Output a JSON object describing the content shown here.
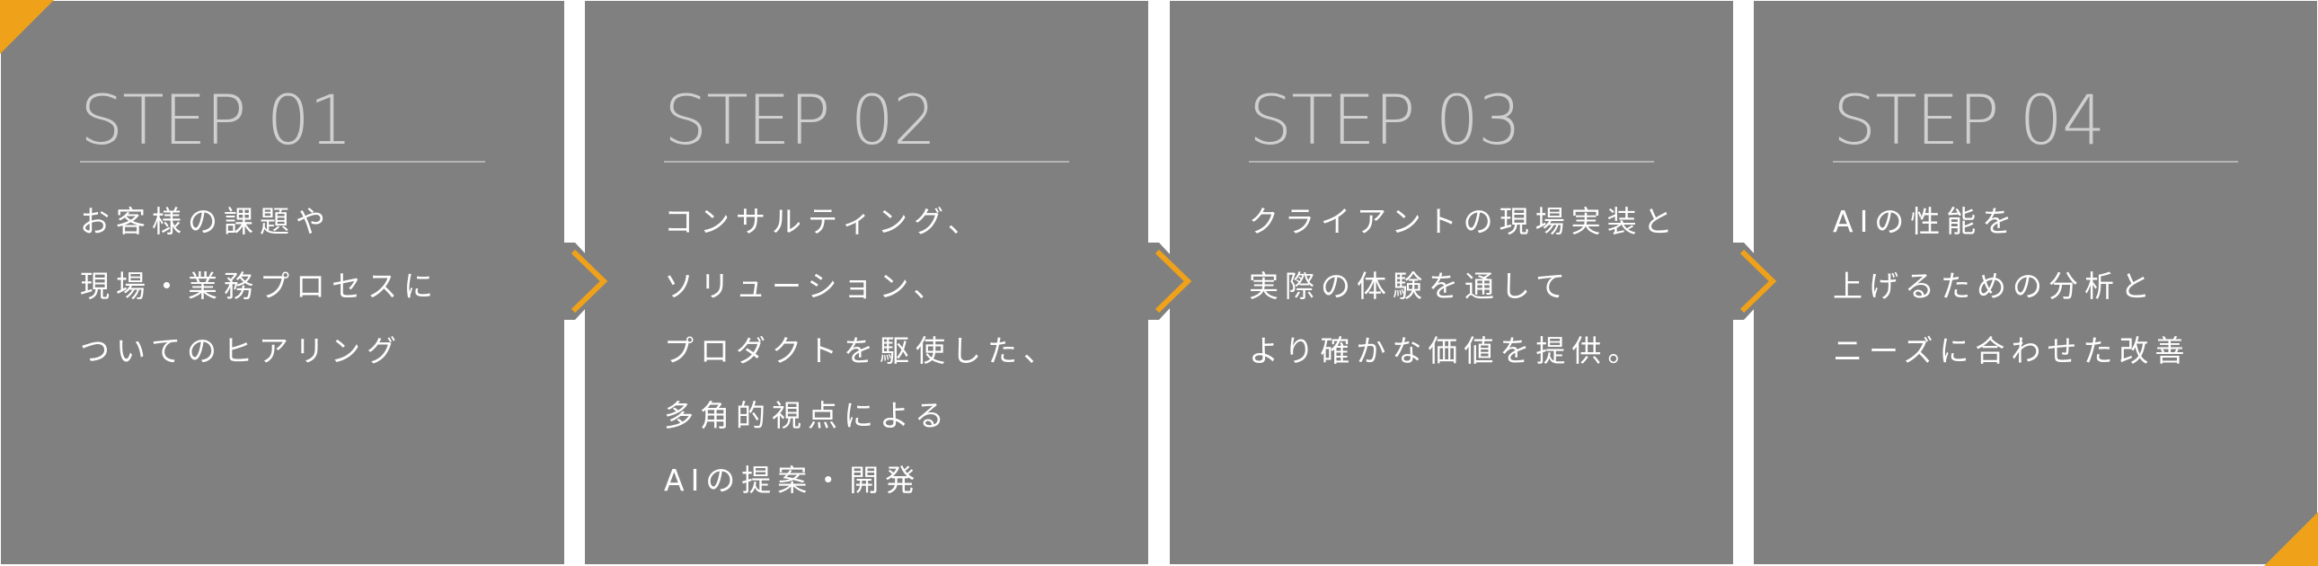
{
  "colors": {
    "panel": "#808080",
    "accent": "#F0A11A",
    "text": "#FFFFFF",
    "background": "#FFFFFF"
  },
  "steps": [
    {
      "label": "STEP 01",
      "lines": [
        "お客様の課題や",
        "現場・業務プロセスに",
        "ついてのヒアリング"
      ]
    },
    {
      "label": "STEP 02",
      "lines": [
        "コンサルティング、",
        "ソリューション、",
        "プロダクトを駆使した、",
        "多角的視点による",
        "AIの提案・開発"
      ]
    },
    {
      "label": "STEP 03",
      "lines": [
        "クライアントの現場実装と",
        "実際の体験を通して",
        "より確かな価値を提供。"
      ]
    },
    {
      "label": "STEP 04",
      "lines": [
        "AIの性能を",
        "上げるための分析と",
        "ニーズに合わせた改善"
      ]
    }
  ],
  "icons": {
    "connector": "chevron-right-icon",
    "corner_top_left": "corner-triangle-icon",
    "corner_bottom_right": "corner-triangle-icon"
  }
}
